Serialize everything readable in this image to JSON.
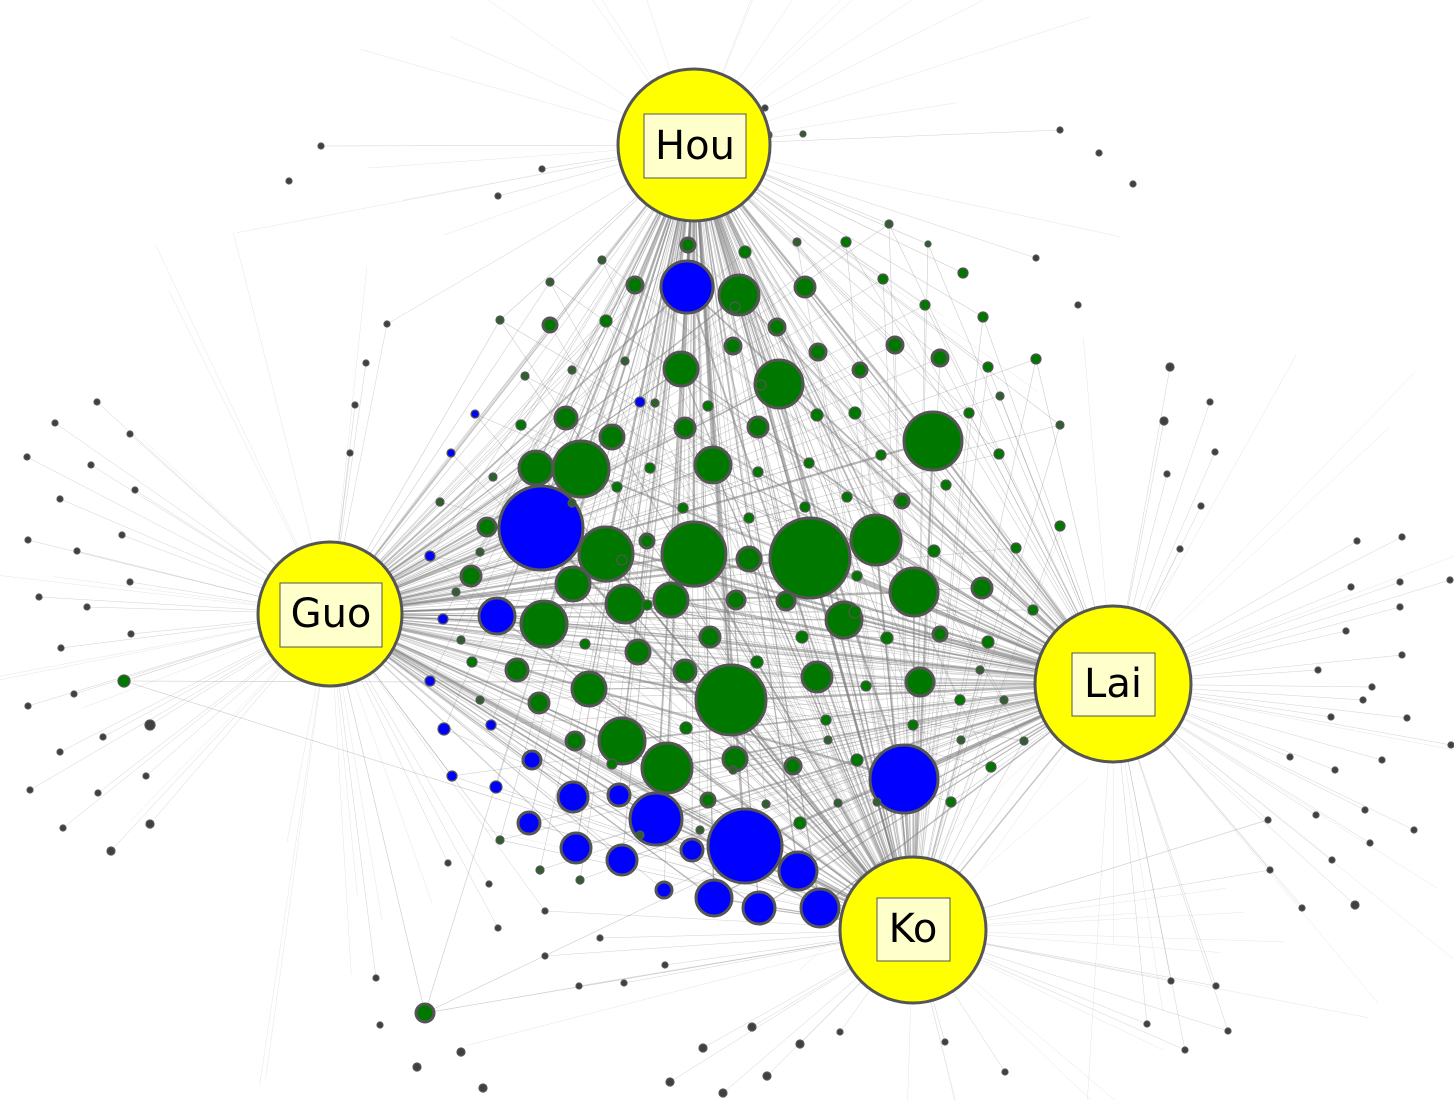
{
  "colors": {
    "hub": "#ffff00",
    "hub_label_bg": "#ffffcc",
    "green": "#007800",
    "blue": "#0000ff",
    "node_outline": "#555555",
    "edge": "#7f7f7f"
  },
  "hubs": [
    {
      "id": "hou",
      "label": "Hou"
    },
    {
      "id": "guo",
      "label": "Guo"
    },
    {
      "id": "lai",
      "label": "Lai"
    },
    {
      "id": "ko",
      "label": "Ko"
    }
  ]
}
